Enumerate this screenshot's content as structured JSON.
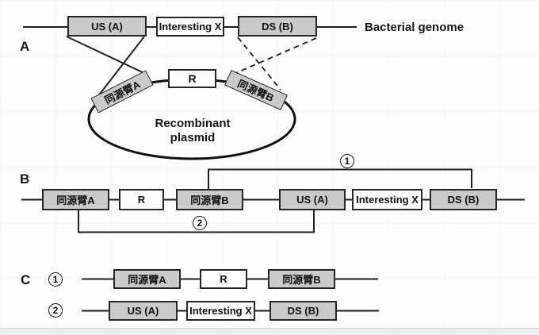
{
  "section_a": {
    "label": "A",
    "genome_label": "Bacterial genome",
    "us_box": "US (A)",
    "interesting_box": "Interesting X",
    "ds_box": "DS (B)",
    "plasmid": {
      "arm_a": "同源臂A",
      "marker": "R",
      "arm_b": "同源臂B",
      "caption_line1": "Recombinant",
      "caption_line2": "plasmid"
    }
  },
  "section_b": {
    "label": "B",
    "boxes": [
      "同源臂A",
      "R",
      "同源臂B",
      "US (A)",
      "Interesting X",
      "DS (B)"
    ],
    "bracket_top_badge": "1",
    "bracket_bottom_badge": "2"
  },
  "section_c": {
    "label": "C",
    "row1": {
      "badge": "1",
      "boxes": [
        "同源臂A",
        "R",
        "同源臂B"
      ]
    },
    "row2": {
      "badge": "2",
      "boxes": [
        "US (A)",
        "Interesting X",
        "DS (B)"
      ]
    }
  },
  "colors": {
    "box_gray": "#c9cbca",
    "box_white": "#fefefe",
    "line": "#1f1f1f",
    "bottom_strip": "#e9edf0"
  }
}
